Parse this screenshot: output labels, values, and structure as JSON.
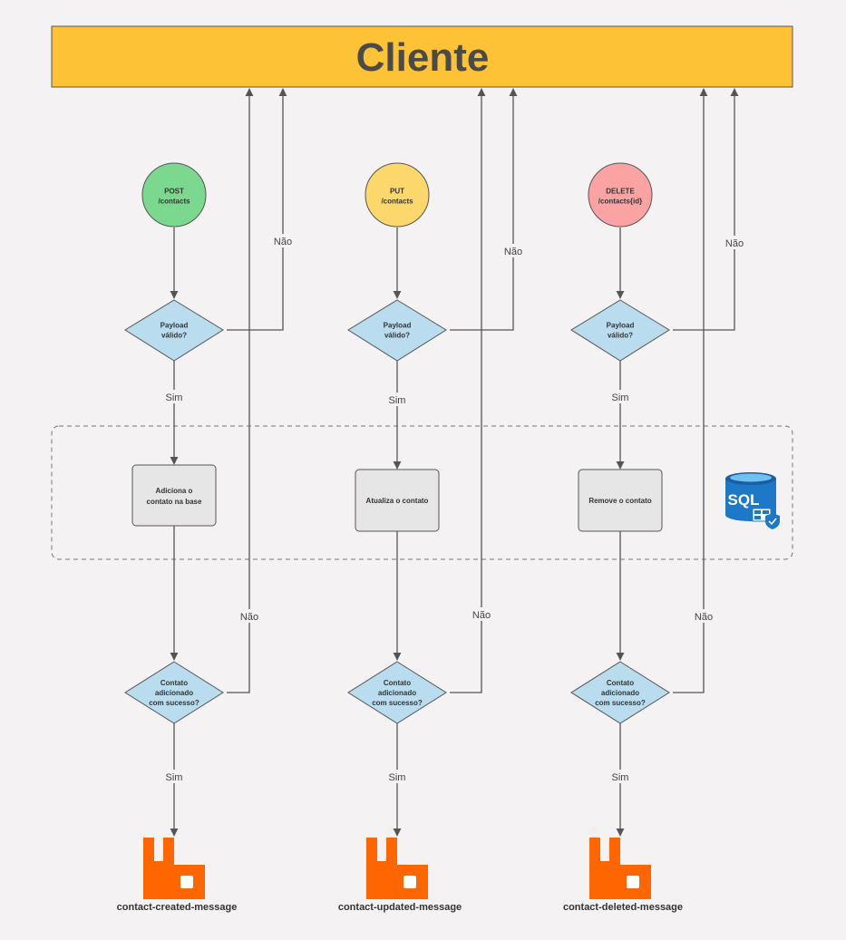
{
  "header": {
    "title": "Cliente"
  },
  "columns": [
    {
      "endpoint": [
        "POST",
        "/contacts"
      ],
      "endpoint_color": "#7bd98f",
      "validate": [
        "Payload",
        "válido?"
      ],
      "action": [
        "Adiciona o",
        "contato na base"
      ],
      "check": [
        "Contato",
        "adicionado",
        "com sucesso?"
      ],
      "queue": "contact-created-message"
    },
    {
      "endpoint": [
        "PUT",
        "/contacts"
      ],
      "endpoint_color": "#fcd86c",
      "validate": [
        "Payload",
        "válido?"
      ],
      "action": [
        "Atualiza o contato"
      ],
      "check": [
        "Contato",
        "adicionado",
        "com sucesso?"
      ],
      "queue": "contact-updated-message"
    },
    {
      "endpoint": [
        "DELETE",
        "/contacts{id}"
      ],
      "endpoint_color": "#fba3a3",
      "validate": [
        "Payload",
        "válido?"
      ],
      "action": [
        "Remove o contato"
      ],
      "check": [
        "Contato",
        "adicionado",
        "com sucesso?"
      ],
      "queue": "contact-deleted-message"
    }
  ],
  "edge_labels": {
    "yes": "Sim",
    "no": "Não"
  },
  "db_icon": {
    "name": "sql-database-icon",
    "text": "SQL"
  },
  "queue_icon": "rabbitmq-icon",
  "colors": {
    "header": "#fdc235",
    "diamond": "#b9dcef",
    "action": "#e6e6e6",
    "queue": "#ff6600",
    "line": "#555555"
  }
}
